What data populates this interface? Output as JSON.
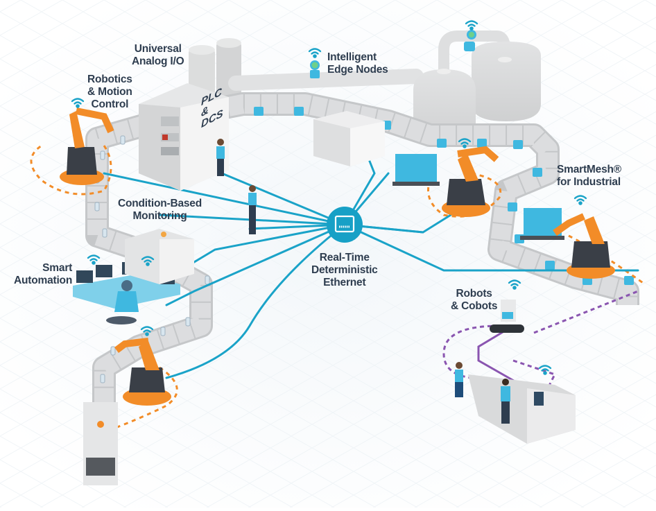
{
  "diagram": {
    "title": "Industrial connectivity overview",
    "labels": {
      "universal_io": "Universal\nAnalog I/O",
      "robotics_motion": "Robotics\n& Motion\nControl",
      "plc_dcs": "PLC\n&\nDCS",
      "edge_nodes": "Intelligent\nEdge Nodes",
      "condition_monitoring": "Condition-Based\nMonitoring",
      "ethernet_hub": "Real-Time\nDeterministic\nEthernet",
      "smartmesh": "SmartMesh®\nfor Industrial",
      "smart_automation": "Smart\nAutomation",
      "robots_cobots": "Robots\n& Cobots"
    },
    "colors": {
      "ethernet_line": "#1aa3c8",
      "hub": "#17a0c6",
      "robot_orange": "#f28c28",
      "robot_dark": "#3a3f47",
      "conveyor": "#c9cbcd",
      "conveyor_side": "#e3e4e5",
      "package": "#3fb8e0",
      "cobot_path": "#8a55b0",
      "text": "#2e3d4f",
      "tank": "#d6d7d8"
    }
  }
}
